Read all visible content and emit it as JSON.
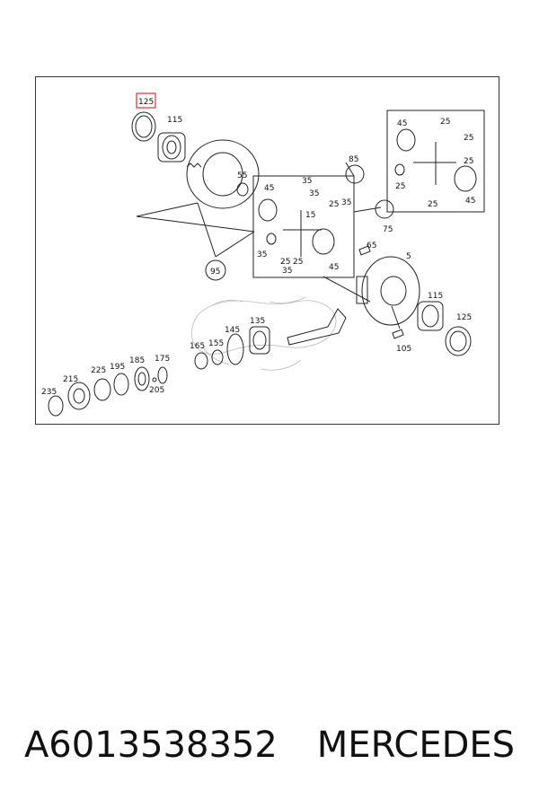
{
  "highlight_color": "#e0303a",
  "callouts": {
    "c125a": "125",
    "c115a": "115",
    "c55": "55",
    "c85": "85",
    "c45a": "45",
    "c35a": "35",
    "c35b": "35",
    "c15": "15",
    "c25a": "25",
    "c25b": "25",
    "c35c": "35",
    "c35d": "35",
    "c25c": "25",
    "c35e": "35",
    "c45b": "45",
    "c75": "75",
    "c45c": "45",
    "c25d": "25",
    "c25e": "25",
    "c25f": "25",
    "c25g": "25",
    "c25h": "25",
    "c45d": "45",
    "c65": "65",
    "c5": "5",
    "c115b": "115",
    "c125b": "125",
    "c105": "105",
    "c95": "95",
    "c145": "145",
    "c135": "135",
    "c165": "165",
    "c155": "155",
    "c175": "175",
    "c185": "185",
    "c195": "195",
    "c225": "225",
    "c215": "215",
    "c235": "235",
    "c205": "205"
  },
  "footer": {
    "part_number": "A6013538352",
    "brand": "MERCEDES"
  }
}
